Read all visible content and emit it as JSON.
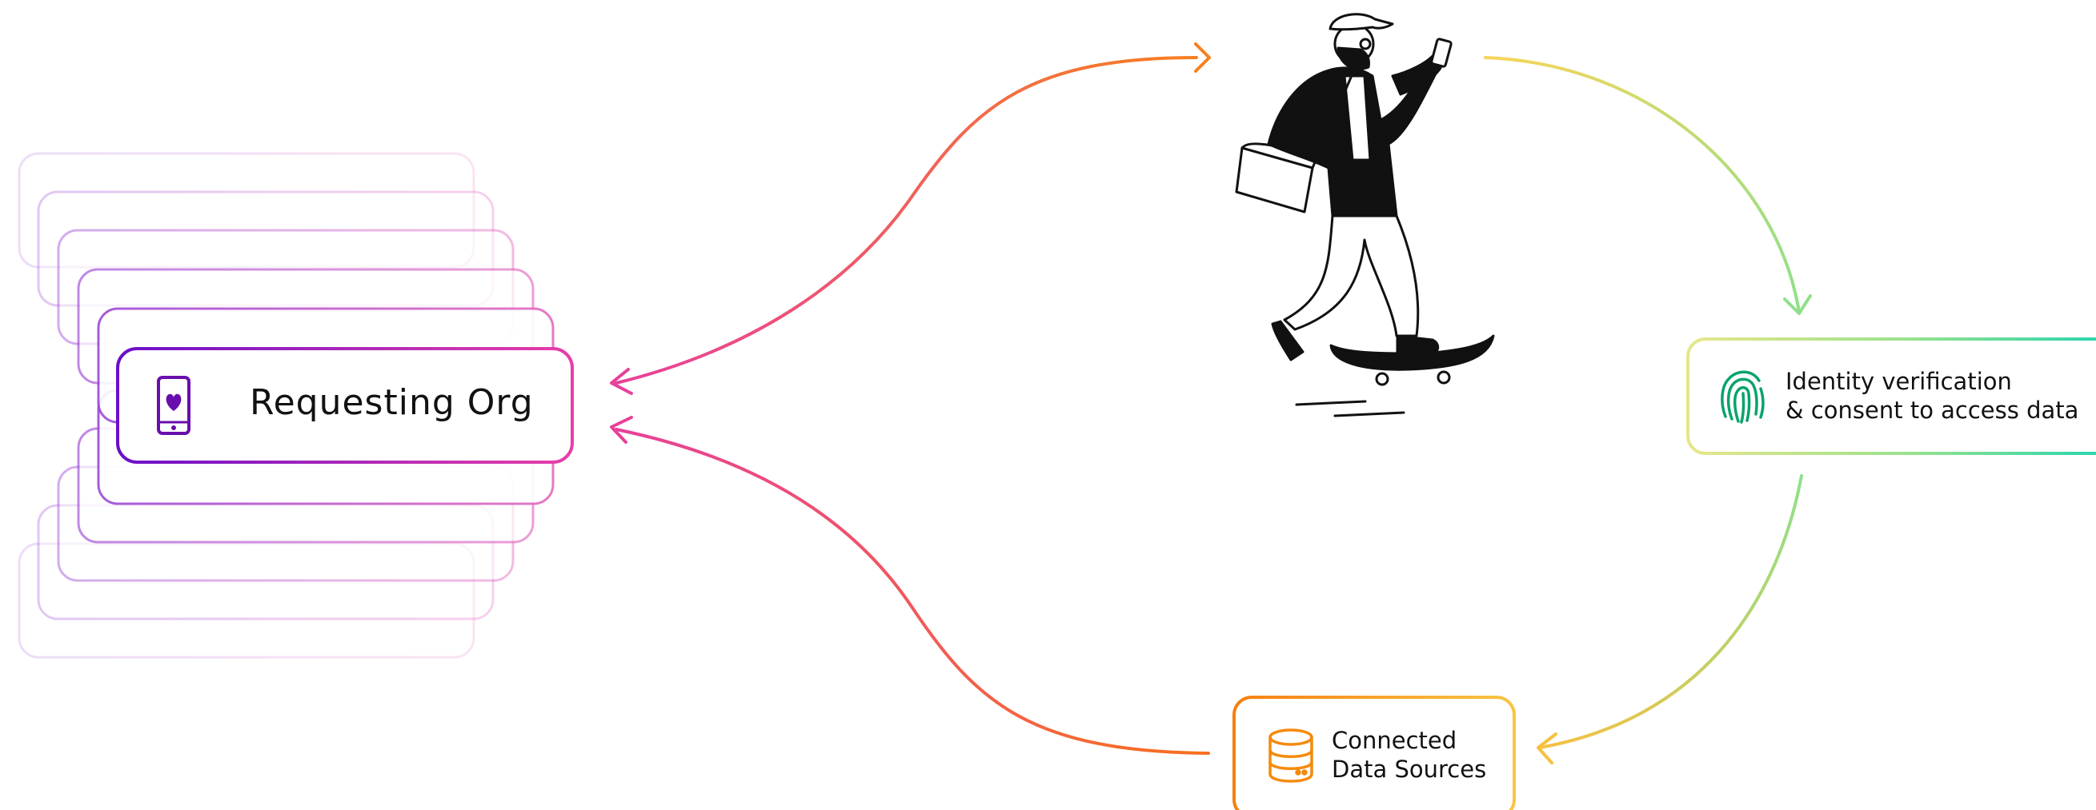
{
  "requesting_org": {
    "label": "Requesting Org",
    "icon": "phone-heart-icon",
    "color": "#6a0dad"
  },
  "identity_card": {
    "line1": "Identity verification",
    "line2": "& consent to access data",
    "icon": "fingerprint-icon",
    "icon_color": "#0aa36a"
  },
  "data_sources_card": {
    "line1": "Connected",
    "line2": "Data Sources",
    "icon": "database-icon",
    "color": "#f58a0b"
  },
  "user_figure": {
    "icon": "skateboarder-with-phone-illustration"
  },
  "colors": {
    "pink": "#e83e9a",
    "orange": "#f7792a",
    "yellow": "#f8d85a",
    "green": "#8fe08a",
    "teal": "#1fd3b0",
    "purple": "#7a12c9"
  }
}
